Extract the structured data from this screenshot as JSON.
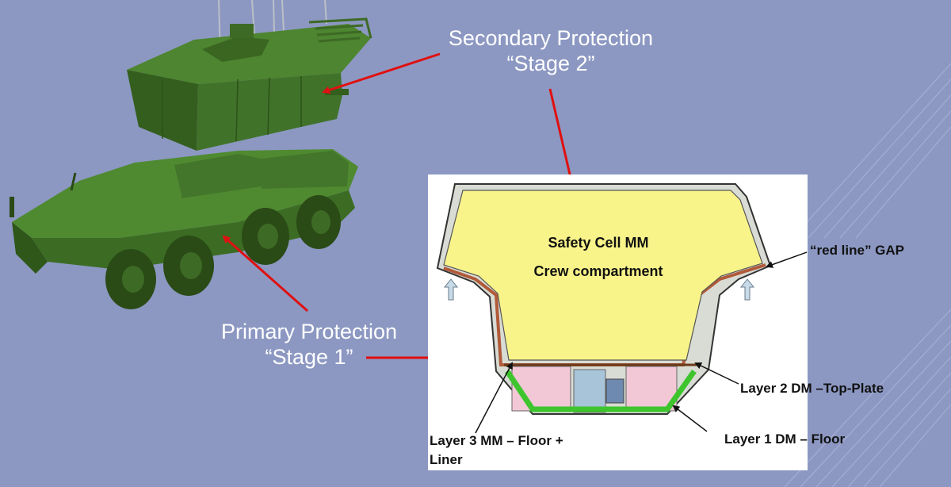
{
  "secondary_label": {
    "line1": "Secondary Protection",
    "line2": "“Stage 2”"
  },
  "primary_label": {
    "line1": "Primary Protection",
    "line2": "“Stage 1”"
  },
  "cell": {
    "title": "Safety Cell MM",
    "subtitle": "Crew compartment",
    "red_line_gap": "“red line” GAP",
    "layer2": "Layer 2 DM –Top-Plate",
    "layer1": "Layer 1 DM – Floor",
    "layer3_line1": "Layer 3 MM – Floor +",
    "layer3_line2": "Liner"
  },
  "colors": {
    "background": "#8c98c2",
    "arrow": "#e01010",
    "vehicle_green": "#3f6e22",
    "cell_fill": "#f8f48a",
    "floor_green": "#3ec52e",
    "floor_pink": "#f2c8d6",
    "liner_brown": "#b05a3a"
  }
}
